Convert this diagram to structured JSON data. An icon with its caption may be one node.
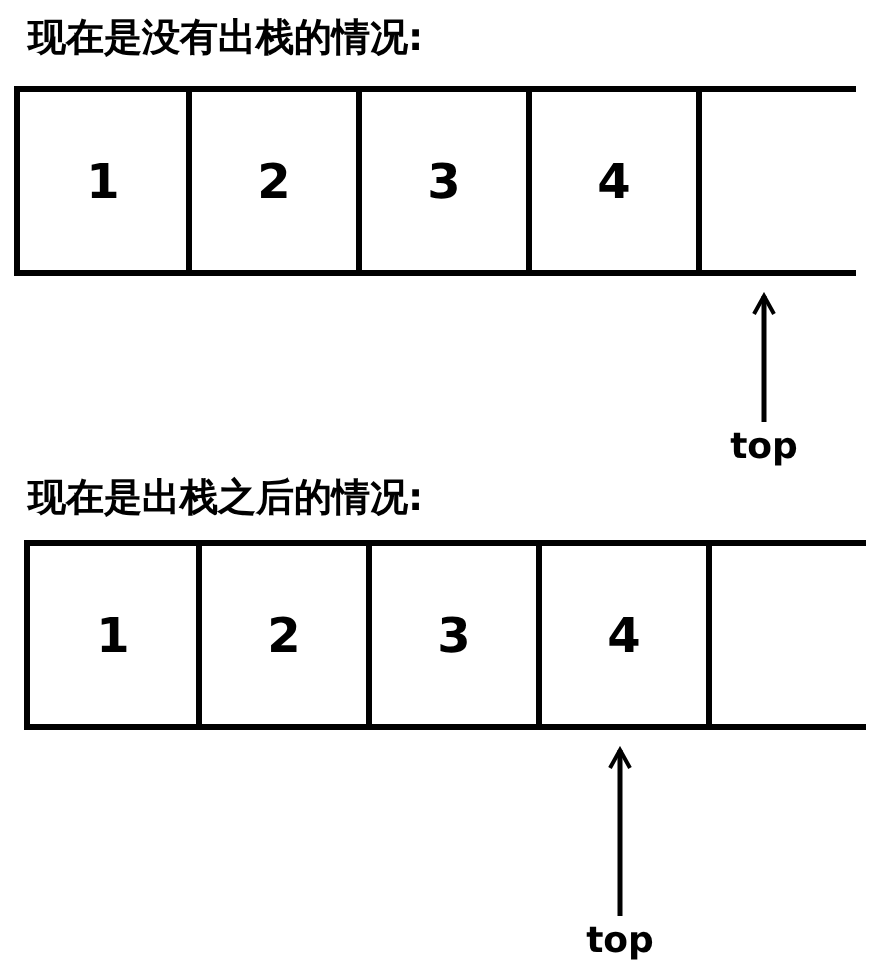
{
  "diagram": {
    "nodes": [
      {
        "text": [
          "1"
        ]
      },
      {
        "text": [
          "2"
        ]
      },
      {
        "text": [
          "3"
        ]
      },
      {
        "text": [
          "4"
        ]
      },
      {
        "text": [],
        "shape": "box"
      },
      {
        "text": [
          "top"
        ]
      },
      {
        "text": [
          "1"
        ]
      },
      {
        "text": [
          "2"
        ]
      },
      {
        "text": [
          "3"
        ]
      },
      {
        "text": [
          "4"
        ]
      },
      {
        "text": [],
        "shape": "box"
      },
      {
        "text": [
          "top"
        ]
      }
    ],
    "edges": [
      {
        "from": 5,
        "to": 4,
        "arrow": "to"
      },
      {
        "from": 11,
        "to": 9,
        "arrow": "to"
      }
    ],
    "labels": [
      "现在是没有出栈的情况:",
      "现在是出栈之后的情况:"
    ]
  }
}
